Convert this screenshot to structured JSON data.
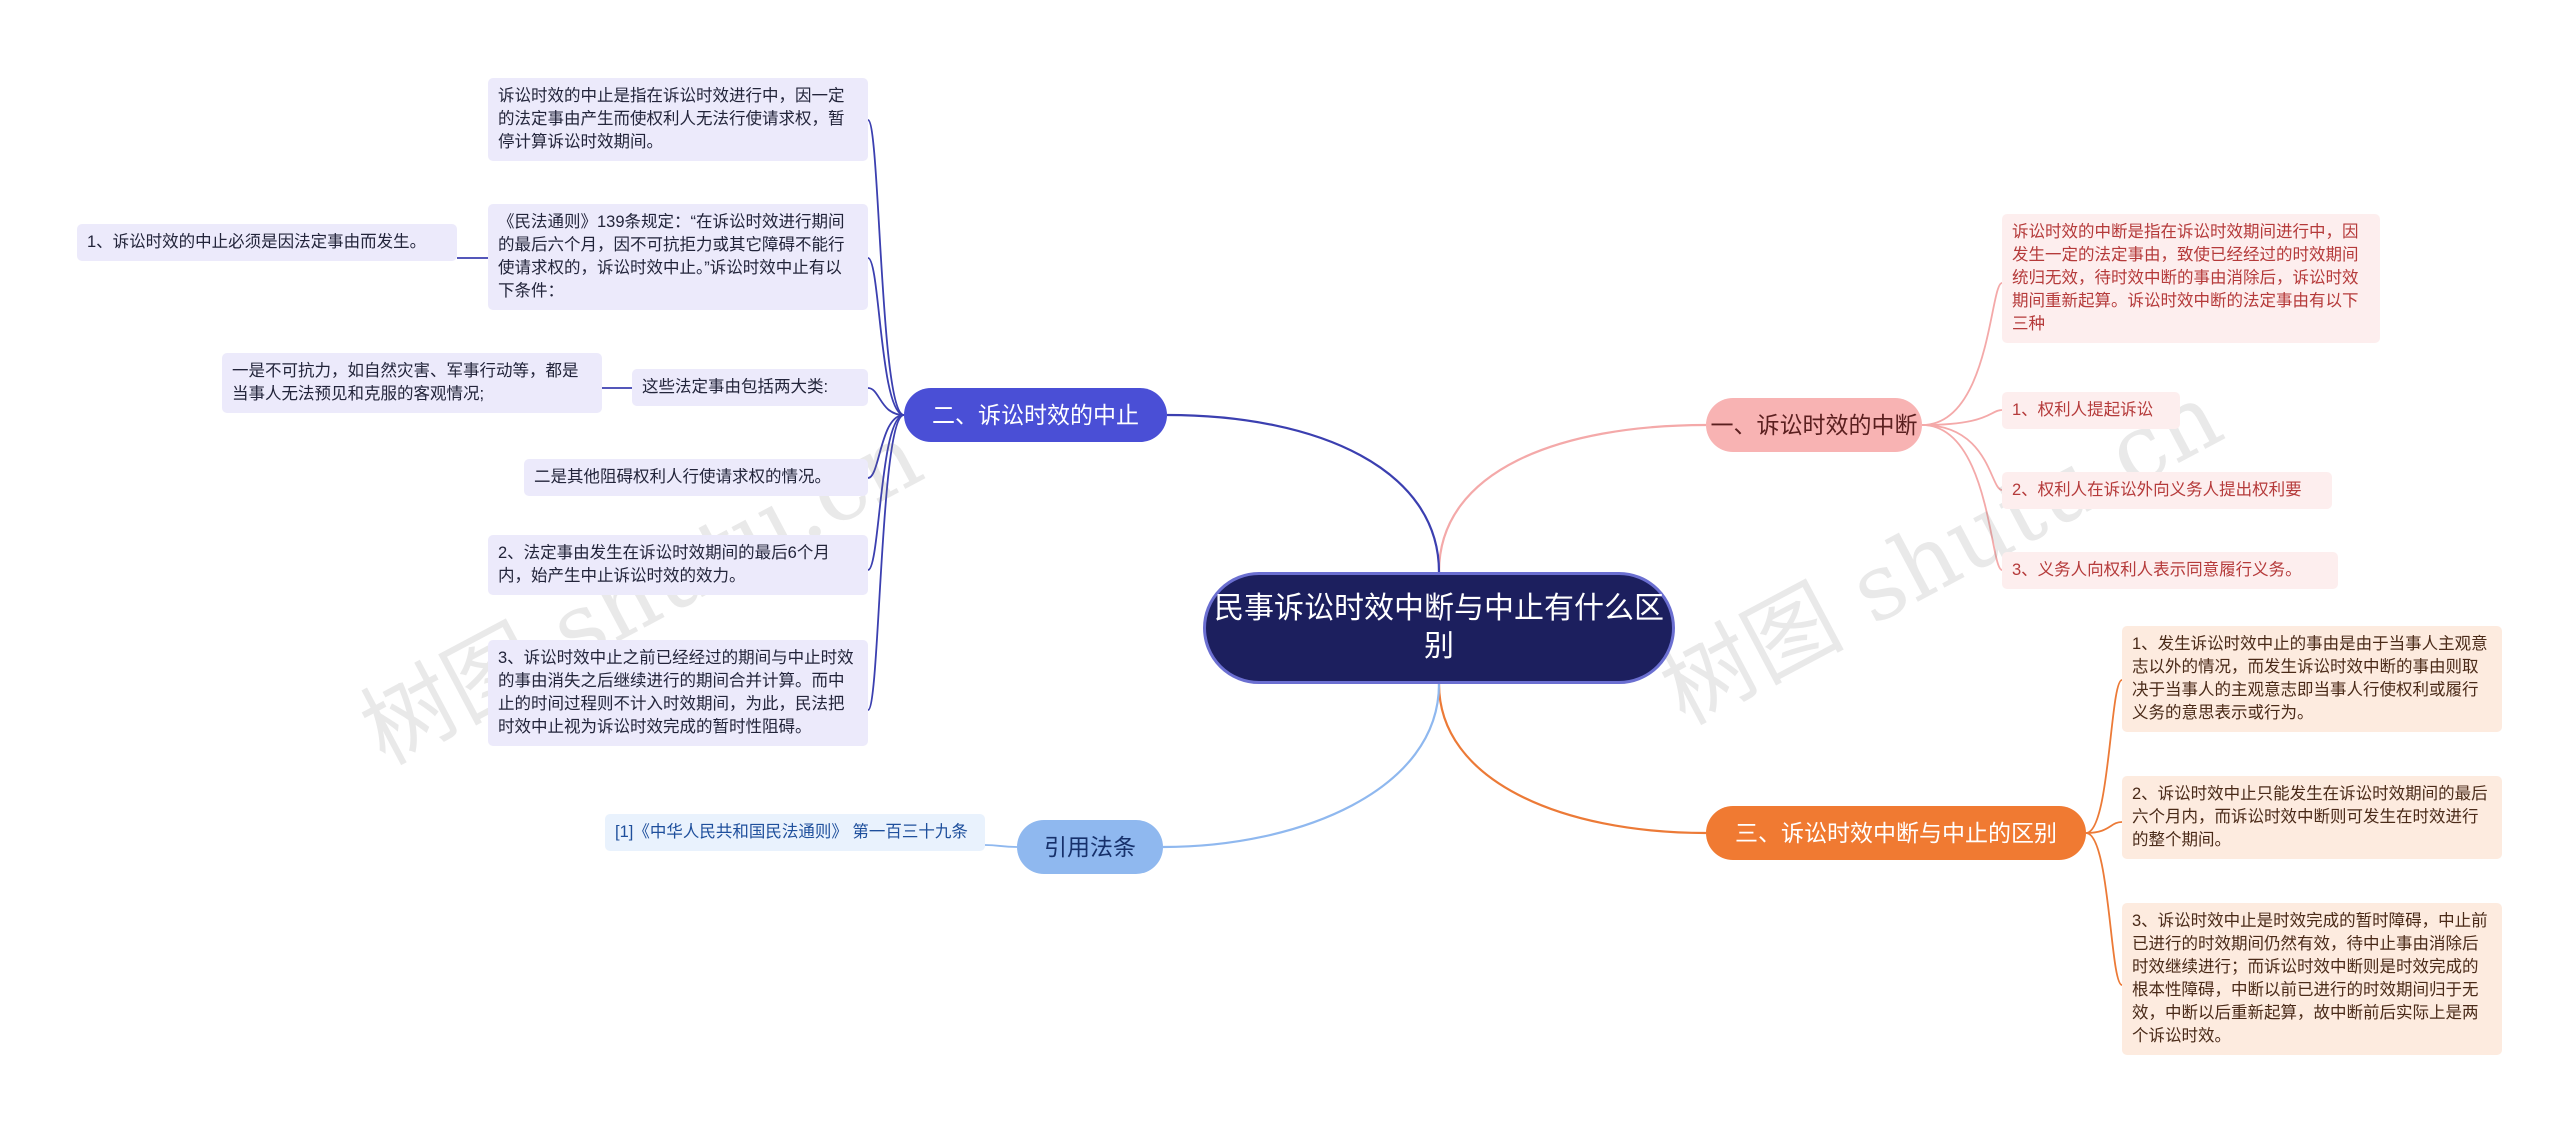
{
  "root": {
    "title": "民事诉讼时效中断与中止有什么区别"
  },
  "branches": {
    "interrupt": "一、诉讼时效的中断",
    "suspend": "二、诉讼时效的中止",
    "difference": "三、诉讼时效中断与中止的区别",
    "citation": "引用法条"
  },
  "interrupt_leaves": [
    "诉讼时效的中断是指在诉讼时效期间进行中，因发生一定的法定事由，致使已经经过的时效期间统归无效，待时效中断的事由消除后，诉讼时效期间重新起算。诉讼时效中断的法定事由有以下三种",
    "1、权利人提起诉讼",
    "2、权利人在诉讼外向义务人提出权利要",
    "3、义务人向权利人表示同意履行义务。"
  ],
  "suspend_leaves": {
    "definition": "诉讼时效的中止是指在诉讼时效进行中，因一定的法定事由产生而使权利人无法行使请求权，暂停计算诉讼时效期间。",
    "article139": "《民法通则》139条规定：“在诉讼时效进行期间的最后六个月，因不可抗拒力或其它障碍不能行使请求权的，诉讼时效中止。”诉讼时效中止有以下条件：",
    "condition1": "1、诉讼时效的中止必须是因法定事由而发生。",
    "two_types": "这些法定事由包括两大类:",
    "type1": "一是不可抗力，如自然灾害、军事行动等，都是当事人无法预见和克服的客观情况;",
    "type2": "二是其他阻碍权利人行使请求权的情况。",
    "condition2": "2、法定事由发生在诉讼时效期间的最后6个月内，始产生中止诉讼时效的效力。",
    "condition3": "3、诉讼时效中止之前已经经过的期间与中止时效的事由消失之后继续进行的期间合并计算。而中止的时间过程则不计入时效期间，为此，民法把时效中止视为诉讼时效完成的暂时性阻碍。"
  },
  "difference_leaves": [
    "1、发生诉讼时效中止的事由是由于当事人主观意志以外的情况，而发生诉讼时效中断的事由则取决于当事人的主观意志即当事人行使权利或履行义务的意思表示或行为。",
    "2、诉讼时效中止只能发生在诉讼时效期间的最后六个月内，而诉讼时效中断则可发生在时效进行的整个期间。",
    "3、诉讼时效中止是时效完成的暂时障碍，中止前已进行的时效期间仍然有效，待中止事由消除后时效继续进行；而诉讼时效中断则是时效完成的根本性障碍，中断以前已进行的时效期间归于无效，中断以后重新起算，故中断前后实际上是两个诉讼时效。"
  ],
  "citation_leaf": "[1]《中华人民共和国民法通则》 第一百三十九条",
  "watermarks": [
    "树图 shutu.cn",
    "树图 shutu.cn"
  ],
  "colors": {
    "root": "#1c1f5e",
    "interrupt": "#f8b3b3",
    "suspend": "#4a4fd6",
    "difference": "#f07a32",
    "citation": "#8fb8ef"
  }
}
